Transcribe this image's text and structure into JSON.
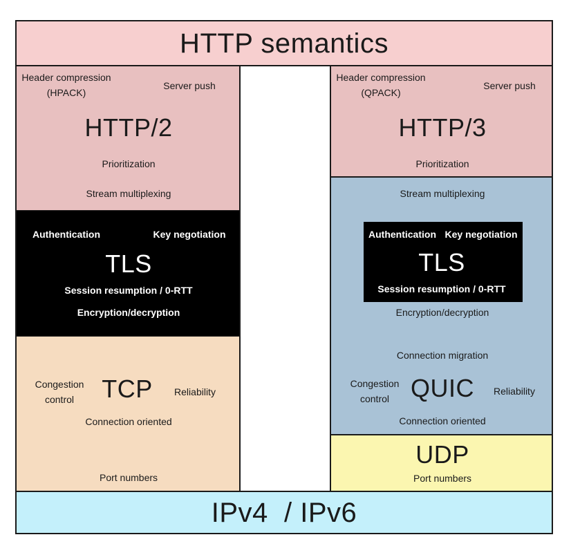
{
  "colors": {
    "http_semantics": "#f7cfcf",
    "http_versions": "#e8c0c0",
    "tls": "#000000",
    "tcp": "#f6dcc0",
    "quic": "#a9c2d6",
    "udp": "#fbf6b0",
    "ip": "#c4f0fb",
    "border": "#1a1a1a"
  },
  "top": {
    "title": "HTTP semantics"
  },
  "bottom": {
    "title": "IPv4  / IPv6"
  },
  "left": {
    "http": {
      "title": "HTTP/2",
      "header_compression": "Header compression",
      "header_compression_name": "(HPACK)",
      "server_push": "Server push",
      "prioritization": "Prioritization",
      "stream_multiplexing": "Stream multiplexing"
    },
    "tls": {
      "title": "TLS",
      "authentication": "Authentication",
      "key_negotiation": "Key negotiation",
      "session_resumption": "Session resumption / 0-RTT",
      "encryption": "Encryption/decryption"
    },
    "tcp": {
      "title": "TCP",
      "congestion_1": "Congestion",
      "congestion_2": "control",
      "reliability": "Reliability",
      "connection_oriented": "Connection oriented",
      "port_numbers": "Port numbers"
    }
  },
  "right": {
    "http": {
      "title": "HTTP/3",
      "header_compression": "Header compression",
      "header_compression_name": "(QPACK)",
      "server_push": "Server push",
      "prioritization": "Prioritization"
    },
    "quic": {
      "title": "QUIC",
      "stream_multiplexing": "Stream multiplexing",
      "encryption": "Encryption/decryption",
      "connection_migration": "Connection migration",
      "congestion_1": "Congestion",
      "congestion_2": "control",
      "reliability": "Reliability",
      "connection_oriented": "Connection oriented"
    },
    "tls": {
      "title": "TLS",
      "authentication": "Authentication",
      "key_negotiation": "Key negotiation",
      "session_resumption": "Session resumption / 0-RTT"
    },
    "udp": {
      "title": "UDP",
      "port_numbers": "Port numbers"
    }
  }
}
